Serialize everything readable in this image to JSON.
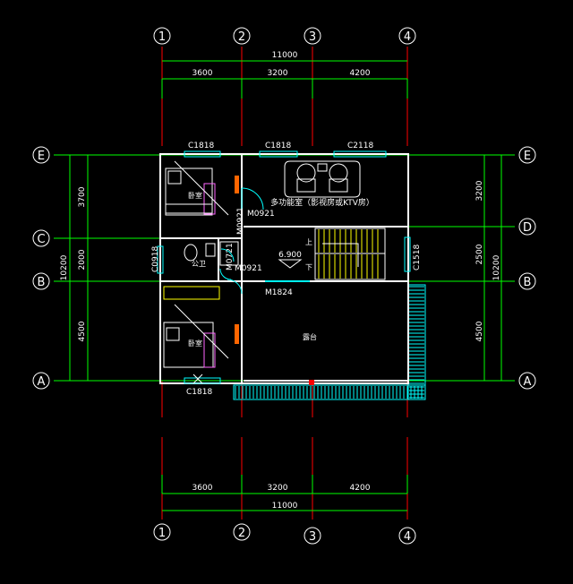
{
  "grid": {
    "columns": [
      "1",
      "2",
      "3",
      "4"
    ],
    "rows": [
      "E",
      "D",
      "C",
      "B",
      "A"
    ]
  },
  "dims": {
    "top_total": "11000",
    "top_segments": [
      "3600",
      "3200",
      "4200"
    ],
    "bottom_total": "11000",
    "bottom_segments": [
      "3600",
      "3200",
      "4200"
    ],
    "left_total": "10200",
    "left_segments": [
      "3700",
      "2000",
      "4500"
    ],
    "right_total": "10200",
    "right_segments": [
      "3200",
      "2500",
      "4500"
    ]
  },
  "labels": {
    "window_top_left": "C1818",
    "window_top_mid": "C1818",
    "window_top_right": "C2118",
    "window_bottom": "C1818",
    "window_left": "C0918",
    "window_right": "C1518",
    "door_m0921_a": "M0921",
    "door_m0921_b": "M0921",
    "door_m0921_c": "M0921",
    "door_m0721": "M0721",
    "door_m1824": "M1824",
    "bedroom_top": "卧室",
    "bedroom_bottom": "卧室",
    "bathroom": "公卫",
    "ktv_room": "多功能室（影视房或KTV房）",
    "terrace": "露台",
    "elevation": "6.900",
    "stair_up": "上",
    "stair_down": "下"
  },
  "colors": {
    "background": "#000000",
    "grid_line": "#00ff00",
    "axis_ext": "#ff0000",
    "wall": "#ffffff",
    "text": "#ffffff",
    "window": "#00ffff",
    "door": "#00ffff",
    "terrace_hatch": "#00ffff",
    "stair": "#ffff00",
    "furniture": "#ff66ff",
    "furniture_accent": "#ffff00"
  }
}
